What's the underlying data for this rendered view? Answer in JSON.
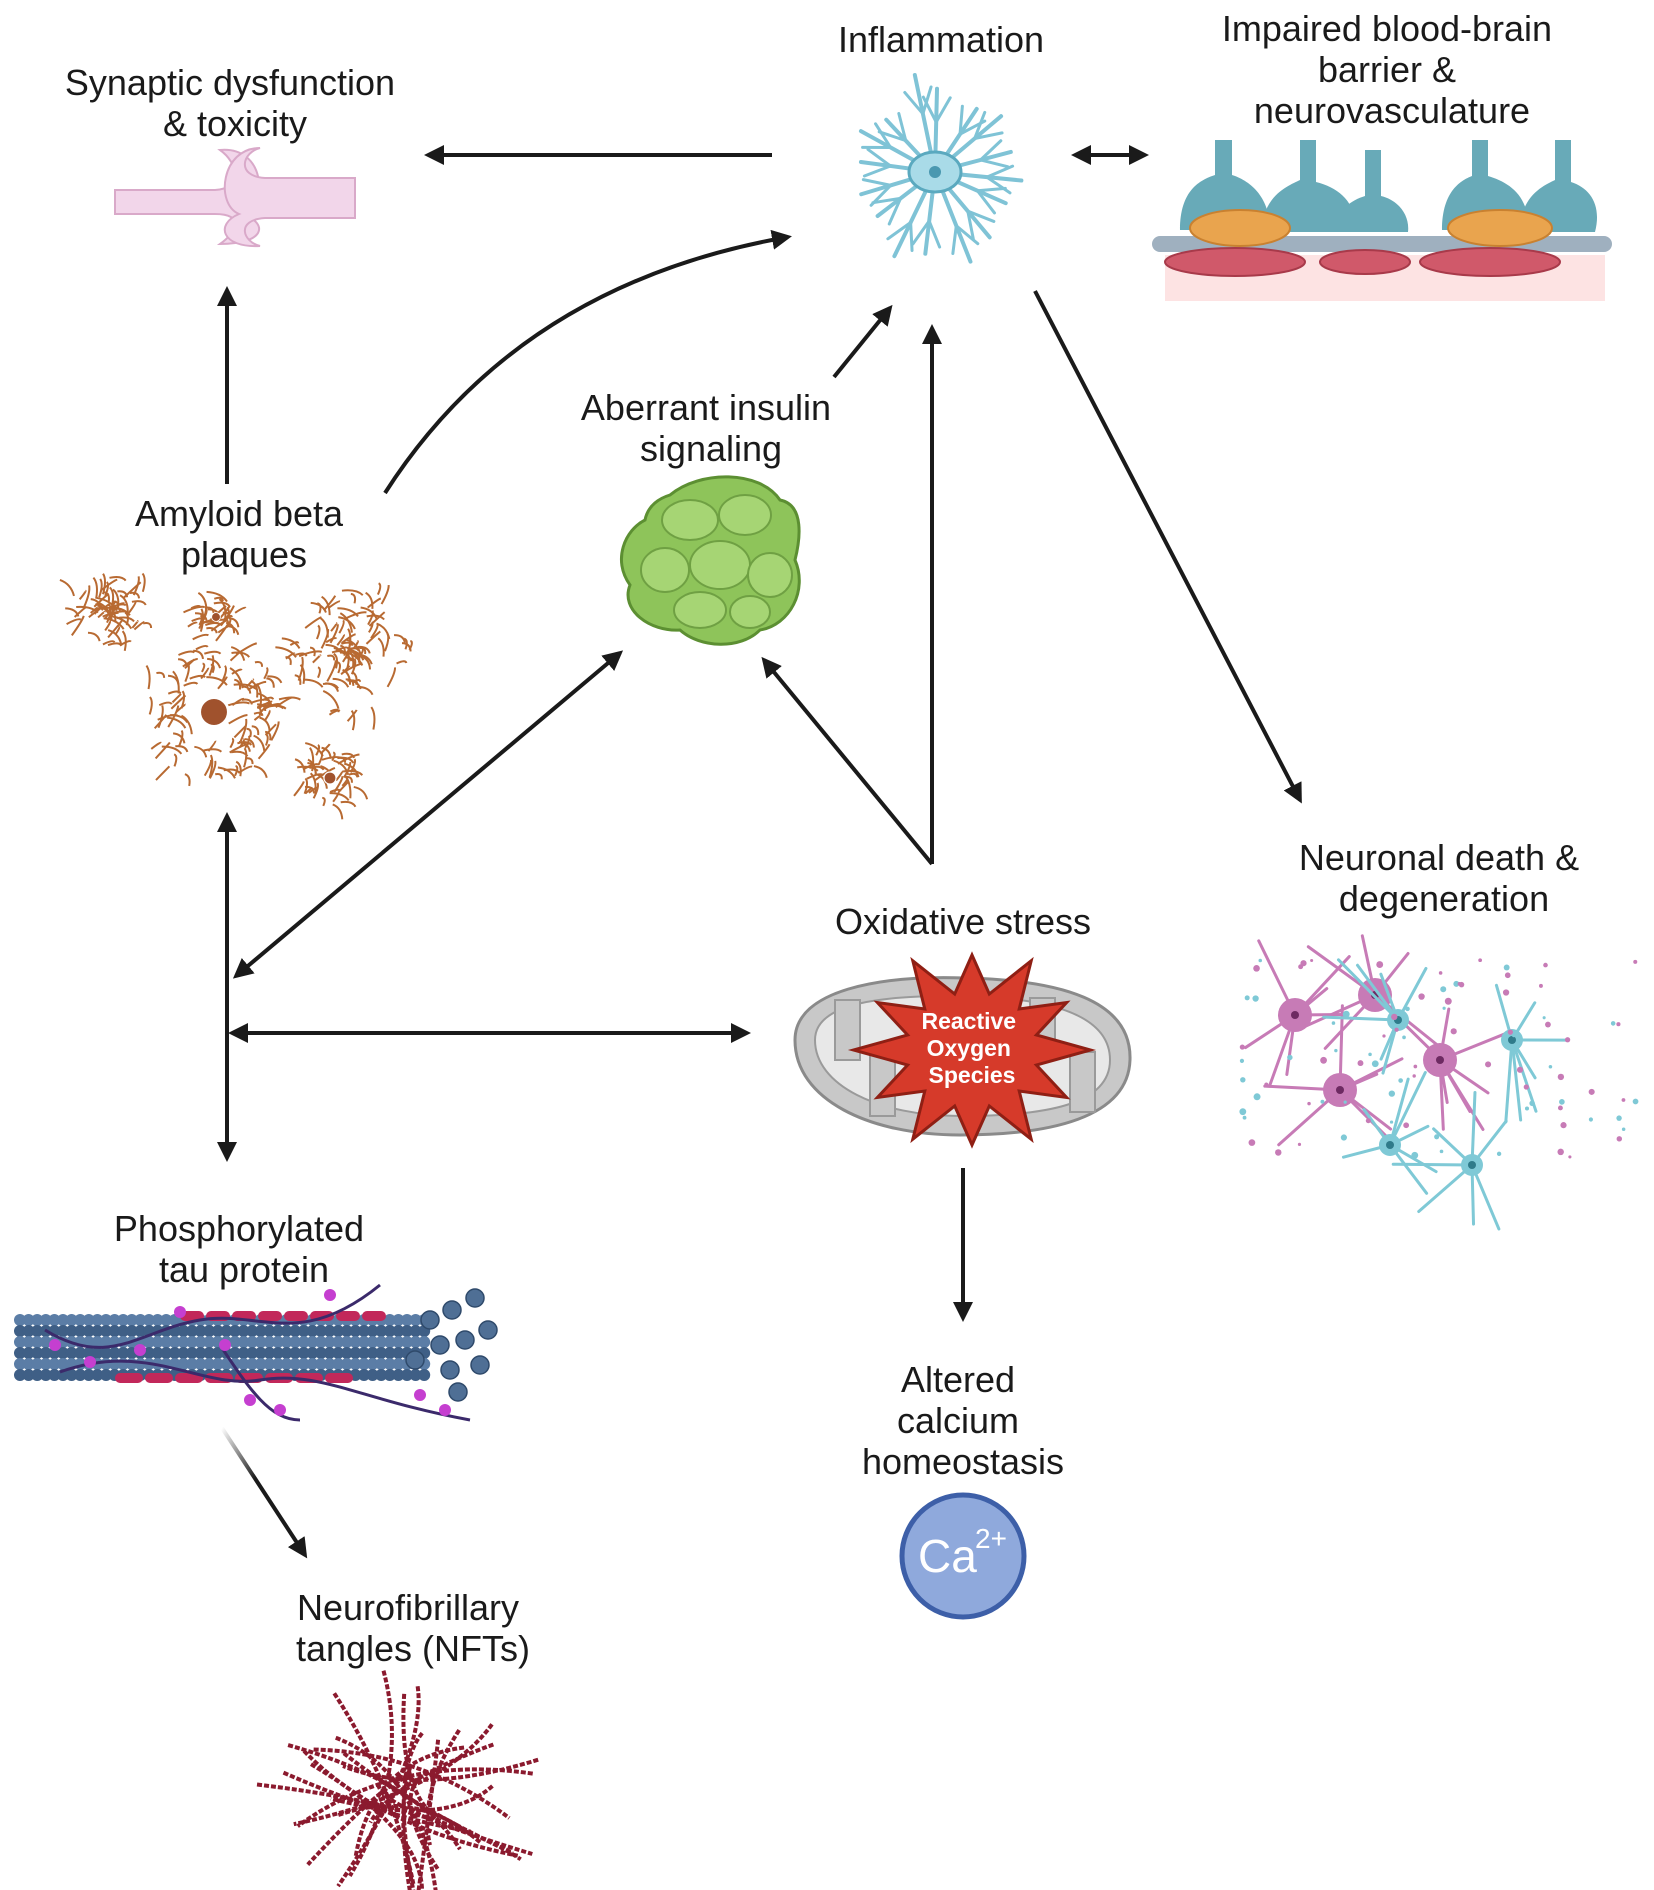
{
  "nodes": {
    "synaptic": {
      "lines": [
        "Synaptic dysfunction",
        "& toxicity"
      ]
    },
    "inflammation": {
      "lines": [
        "Inflammation"
      ]
    },
    "bbb": {
      "lines": [
        "Impaired blood-brain",
        "barrier &",
        "neurovasculature"
      ]
    },
    "insulin": {
      "lines": [
        "Aberrant insulin",
        "signaling"
      ]
    },
    "amyloid": {
      "lines": [
        "Amyloid beta",
        "plaques"
      ]
    },
    "oxidative": {
      "lines": [
        "Oxidative stress"
      ]
    },
    "ros": {
      "lines": [
        "Reactive",
        "Oxygen",
        "Species"
      ]
    },
    "neuronal": {
      "lines": [
        "Neuronal death &",
        "degeneration"
      ]
    },
    "tau": {
      "lines": [
        "Phosphorylated",
        "tau protein"
      ]
    },
    "calcium": {
      "lines": [
        "Altered",
        "calcium",
        "homeostasis"
      ]
    },
    "nft": {
      "lines": [
        "Neurofibrillary",
        "tangles (NFTs)"
      ]
    }
  },
  "calcium_badge": {
    "symbol": "Ca",
    "charge": "2+"
  },
  "colors": {
    "arrow": "#1a1a1a",
    "synapse": "#f2d6ea",
    "astrocyte": "#7fc3d6",
    "amyloid": "#b86a32",
    "insulin": "#8ec45a",
    "mitochondria": "#c8c8c8",
    "ros": "#d63a2a",
    "neuron_pink": "#c77bb6",
    "neuron_blue": "#7fc9d6",
    "microtubule": "#4f6f95",
    "tau_red": "#c2285a",
    "nft": "#8b1a2e",
    "calcium": "#8fa9dc"
  }
}
